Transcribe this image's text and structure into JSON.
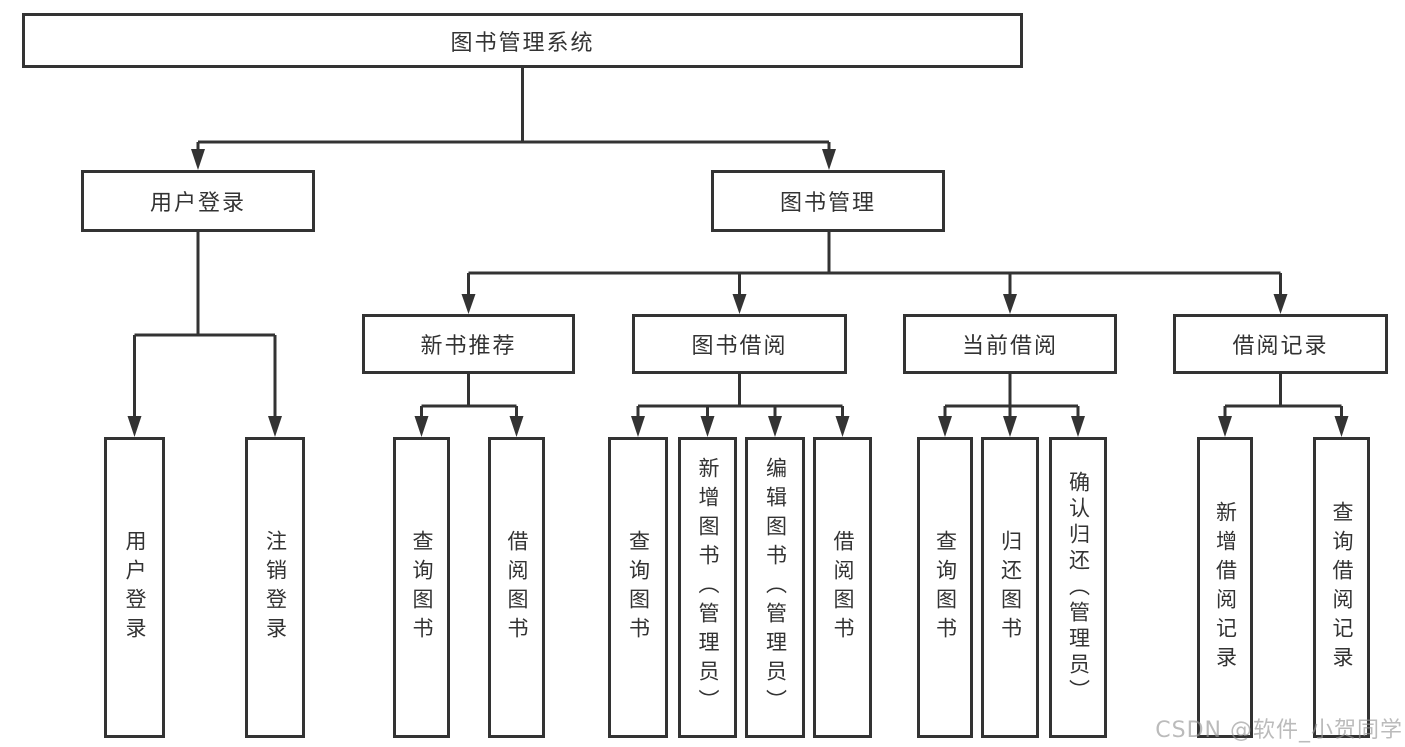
{
  "colors": {
    "line": "#333333",
    "box_border": "#333333",
    "text": "#333333",
    "background": "#ffffff",
    "watermark": "#b9b9b9"
  },
  "watermark": "CSDN @软件_小贺同学",
  "nodes": {
    "root": "图书管理系统",
    "user_login": "用户登录",
    "book_mgmt": "图书管理",
    "new_book_rec": "新书推荐",
    "book_borrow": "图书借阅",
    "current_borrow": "当前借阅",
    "borrow_records": "借阅记录",
    "leaf_user_login": "用户登录",
    "leaf_logout": "注销登录",
    "leaf_query_book_rec": "查询图书",
    "leaf_borrow_book_rec": "借阅图书",
    "leaf_query_book_borrow": "查询图书",
    "leaf_add_book": "新增图书（管理员）",
    "leaf_edit_book": "编辑图书（管理员）",
    "leaf_borrow_book_borrow": "借阅图书",
    "leaf_query_book_current": "查询图书",
    "leaf_return_book": "归还图书",
    "leaf_confirm_return": "确认归还（管理员）",
    "leaf_add_borrow_record": "新增借阅记录",
    "leaf_query_borrow_record": "查询借阅记录"
  },
  "structure": {
    "图书管理系统": [
      "用户登录",
      "图书管理"
    ],
    "用户登录": [
      "用户登录",
      "注销登录"
    ],
    "图书管理": [
      "新书推荐",
      "图书借阅",
      "当前借阅",
      "借阅记录"
    ],
    "新书推荐": [
      "查询图书",
      "借阅图书"
    ],
    "图书借阅": [
      "查询图书",
      "新增图书（管理员）",
      "编辑图书（管理员）",
      "借阅图书"
    ],
    "当前借阅": [
      "查询图书",
      "归还图书",
      "确认归还（管理员）"
    ],
    "借阅记录": [
      "新增借阅记录",
      "查询借阅记录"
    ]
  }
}
